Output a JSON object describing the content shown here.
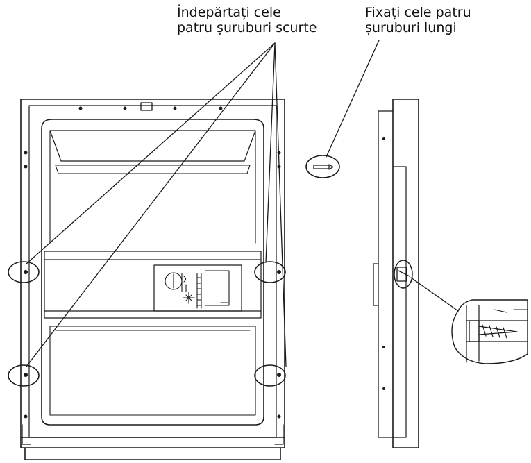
{
  "labels": {
    "remove_short_screws": [
      "Îndepărtați cele",
      "patru șuruburi scurte"
    ],
    "fix_long_screws": [
      "Fixați cele patru",
      "șuruburi lungi"
    ]
  },
  "colors": {
    "line": "#1a1a1a",
    "background": "#ffffff"
  }
}
